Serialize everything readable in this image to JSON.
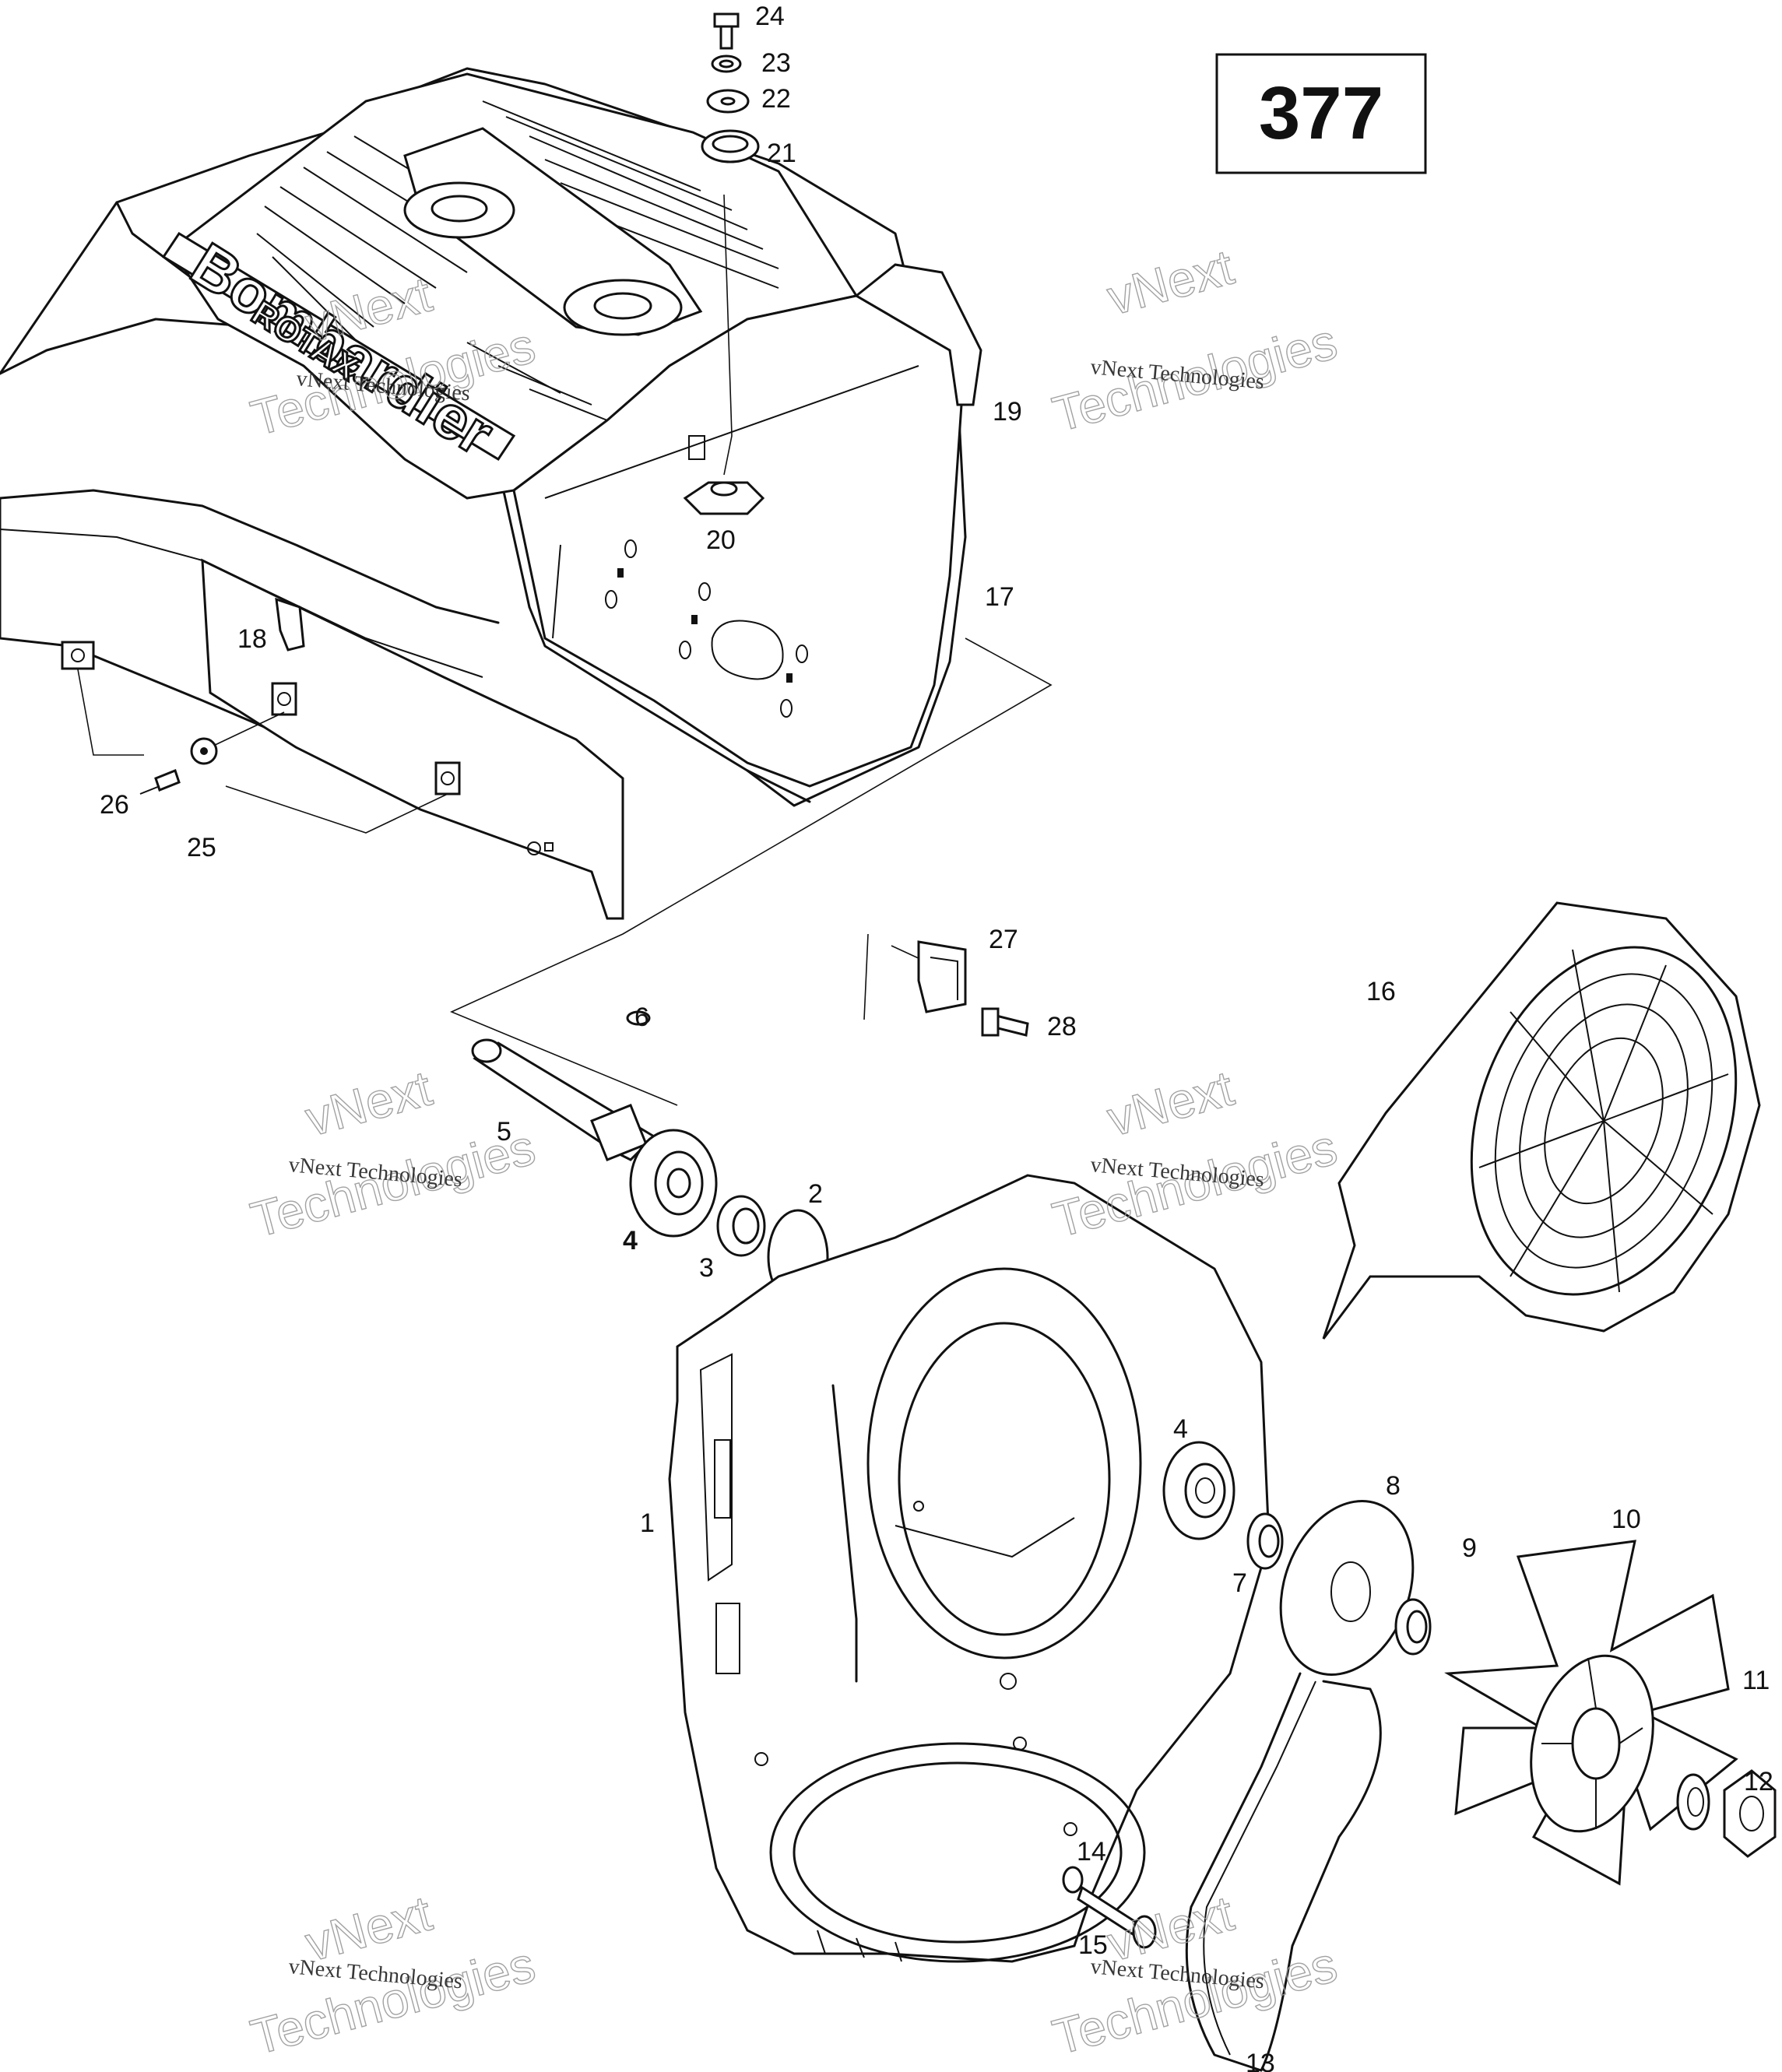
{
  "diagram_number": "377",
  "logo_text": "Bombardier",
  "logo_subtext": "ROTAX",
  "watermark": {
    "line_small": "vNext Technologies",
    "line_big_1": "vNext",
    "line_big_2": "Technologies"
  },
  "part_labels": {
    "p1": "1",
    "p2": "2",
    "p3": "3",
    "p4a": "4",
    "p4b": "4",
    "p5": "5",
    "p6": "6",
    "p7": "7",
    "p8": "8",
    "p9": "9",
    "p10": "10",
    "p11": "11",
    "p12": "12",
    "p13": "13",
    "p14": "14",
    "p15": "15",
    "p16": "16",
    "p17": "17",
    "p18": "18",
    "p19": "19",
    "p20": "20",
    "p21": "21",
    "p22": "22",
    "p23": "23",
    "p24": "24",
    "p25": "25",
    "p26": "26",
    "p27": "27",
    "p28": "28"
  }
}
